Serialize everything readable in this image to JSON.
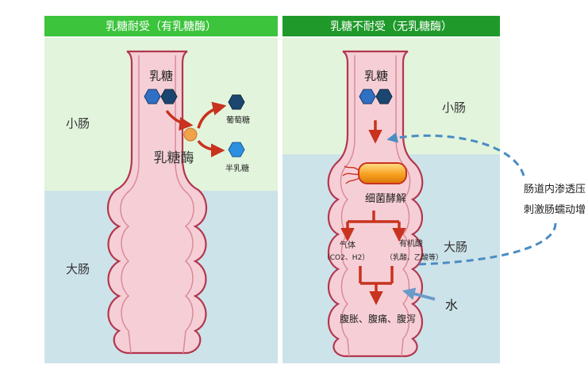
{
  "left_panel": {
    "header": "乳糖耐受（有乳糖酶）",
    "zone_small": "小肠",
    "zone_large": "大肠",
    "lactose_label": "乳糖",
    "enzyme_label": "乳糖酶",
    "product_glucose": "葡萄糖",
    "product_galactose": "半乳糖"
  },
  "right_panel": {
    "header": "乳糖不耐受（无乳糖酶）",
    "zone_small": "小肠",
    "zone_large": "大肠",
    "lactose_label": "乳糖",
    "fermentation_label": "细菌酵解",
    "gas_label": "气体",
    "gas_detail": "（CO2、H2）",
    "acid_label": "有机酸",
    "acid_detail": "（乳酸、乙酸等）",
    "symptoms": "腹胀、腹痛、腹泻",
    "water_label": "水"
  },
  "side_notes": {
    "line1": "肠道内渗透压",
    "line2": "刺激肠蠕动增"
  },
  "colors": {
    "header_green": "#3cc43c",
    "header_dark_green": "#1f9a2a",
    "small_intestine_bg": "#e2f4dc",
    "large_intestine_bg": "#cde3ea",
    "intestine_fill": "#f6cfd6",
    "intestine_stroke": "#b2374e",
    "hexagon_blue": "#2f6fc4",
    "hexagon_dark": "#1b4670",
    "hexagon_light": "#2d8fe0",
    "enzyme_orange": "#f2a24a",
    "arrow_red": "#c8321e",
    "dashed_blue": "#4a8cc4",
    "water_arrow": "#6b9bc8"
  }
}
